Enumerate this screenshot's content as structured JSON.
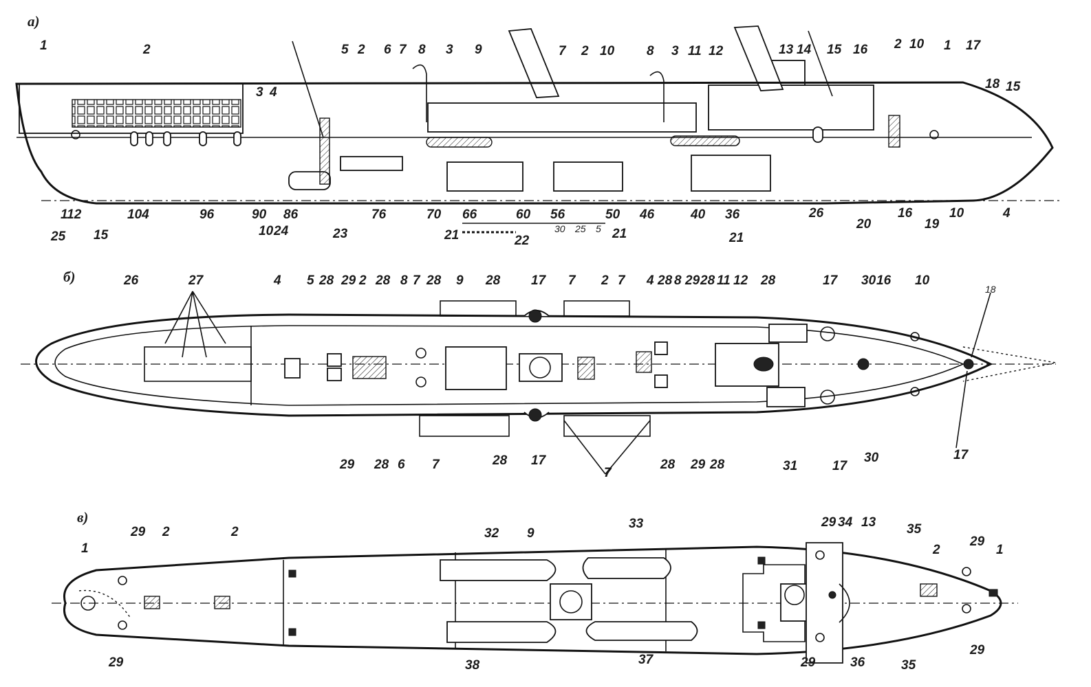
{
  "views": {
    "a": {
      "label": "а)",
      "callouts_top": [
        "1",
        "2",
        "3",
        "4",
        "5",
        "2",
        "6",
        "7",
        "8",
        "3",
        "9",
        "7",
        "2",
        "10",
        "8",
        "3",
        "11",
        "12",
        "13",
        "14",
        "15",
        "16",
        "2",
        "10",
        "1",
        "17",
        "18",
        "15"
      ],
      "frame_numbers": [
        "112",
        "104",
        "96",
        "90",
        "86",
        "76",
        "70",
        "66",
        "60",
        "56",
        "50",
        "46",
        "40",
        "36",
        "26",
        "20",
        "16",
        "10",
        "4"
      ],
      "callouts_bottom": [
        "25",
        "15",
        "10",
        "24",
        "23",
        "21",
        "22",
        "21",
        "21",
        "19"
      ],
      "scale_marks": [
        "30",
        "25",
        "5"
      ]
    },
    "b": {
      "label": "б)",
      "callouts_top": [
        "26",
        "27",
        "4",
        "5",
        "28",
        "29",
        "2",
        "28",
        "8",
        "7",
        "28",
        "9",
        "28",
        "17",
        "7",
        "2",
        "7",
        "4",
        "28",
        "8",
        "29",
        "28",
        "11",
        "12",
        "28",
        "17",
        "30",
        "16",
        "10",
        "18"
      ],
      "callouts_bottom": [
        "29",
        "28",
        "6",
        "7",
        "28",
        "17",
        "7",
        "28",
        "29",
        "28",
        "31",
        "17",
        "30",
        "17"
      ]
    },
    "c": {
      "label": "в)",
      "callouts_top": [
        "1",
        "29",
        "2",
        "2",
        "32",
        "9",
        "33",
        "29",
        "34",
        "13",
        "35",
        "2",
        "29",
        "1"
      ],
      "callouts_bottom": [
        "29",
        "38",
        "37",
        "29",
        "36",
        "35",
        "29"
      ]
    }
  }
}
